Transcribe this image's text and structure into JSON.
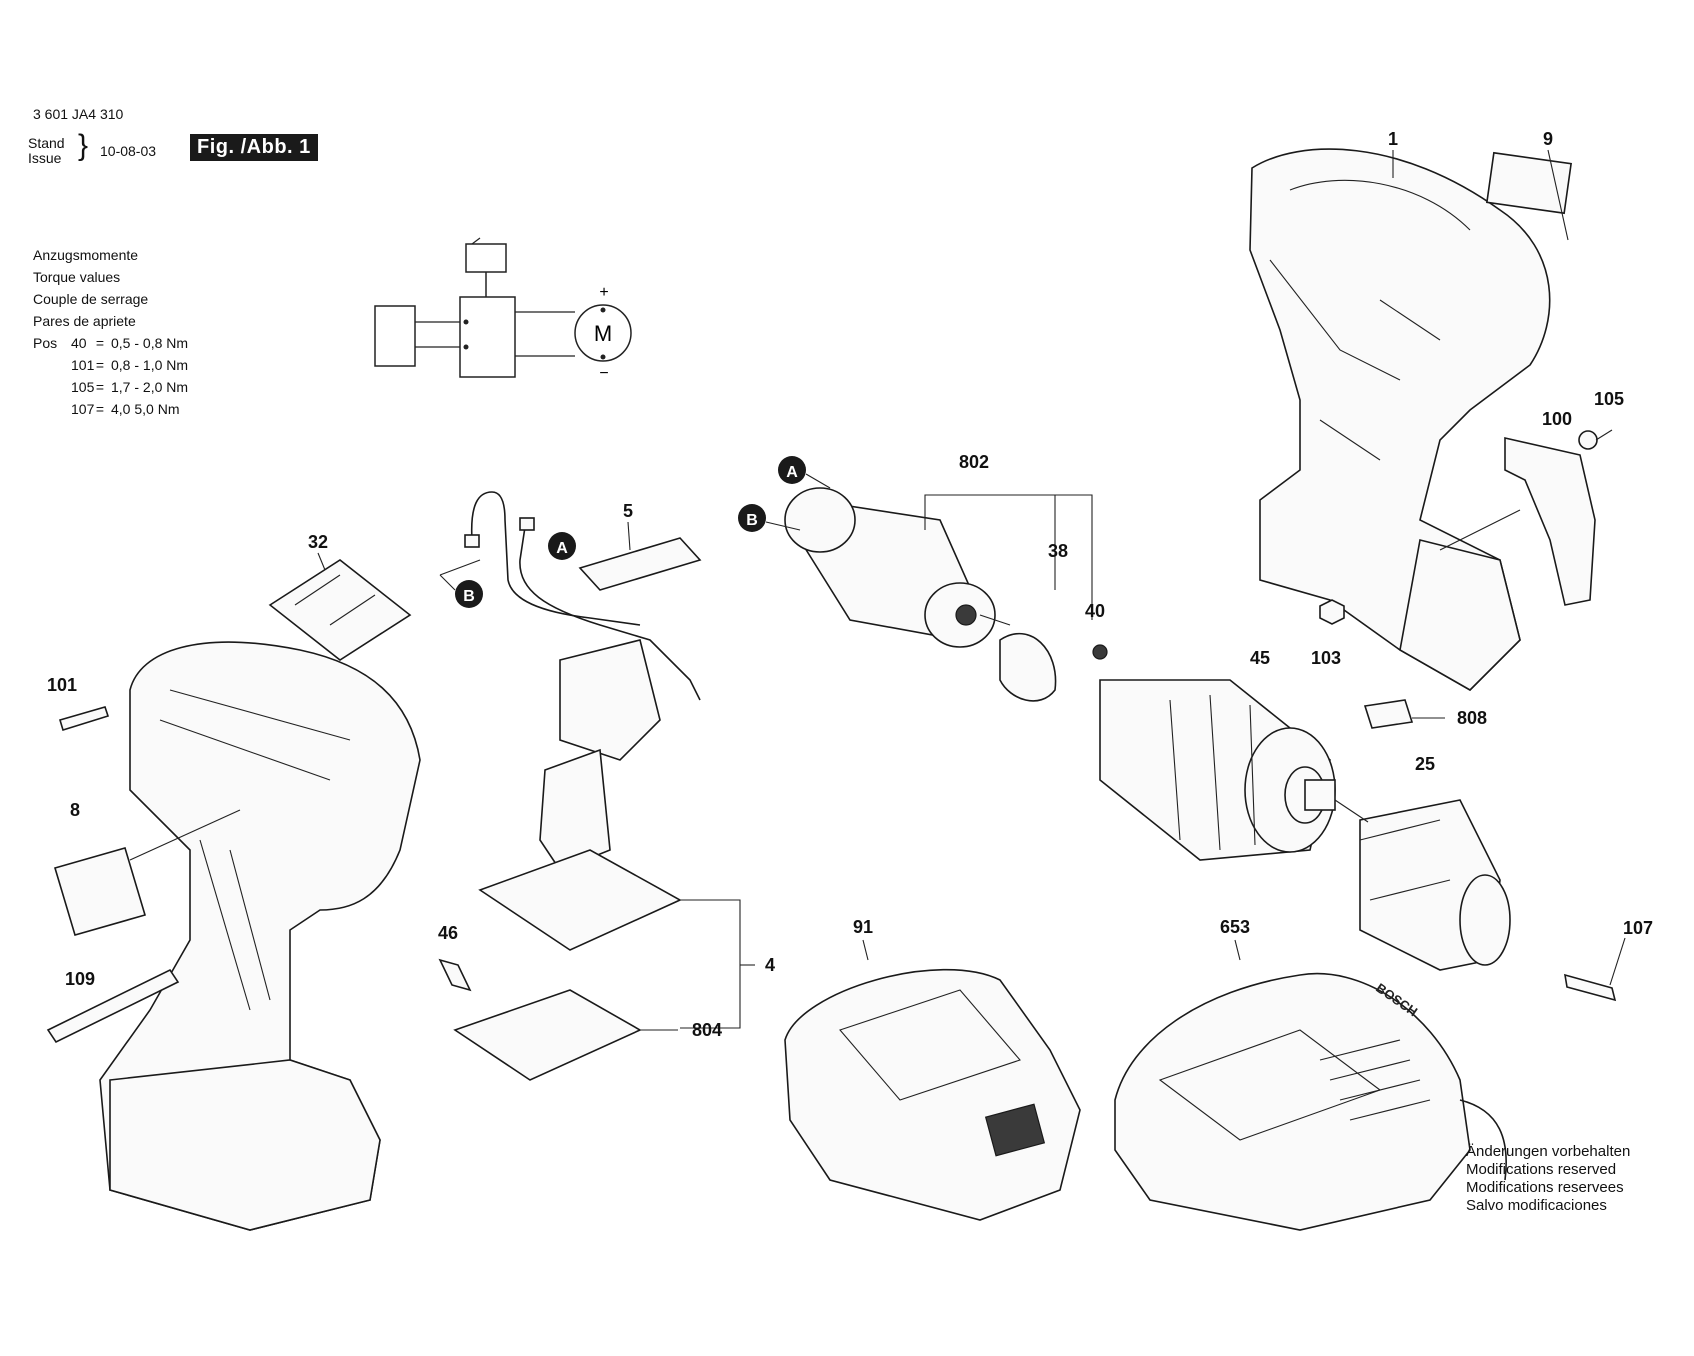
{
  "header": {
    "part_number": "3 601 JA4 310",
    "stand_label": "Stand",
    "issue_label": "Issue",
    "date": "10-08-03",
    "figure_label": "Fig. /Abb. 1"
  },
  "torque": {
    "headings": [
      "Anzugsmomente",
      "Torque values",
      "Couple de serrage",
      "Pares de apriete"
    ],
    "pos_label": "Pos",
    "rows": [
      {
        "pos": "40",
        "eq": "=",
        "value": "0,5 - 0,8 Nm"
      },
      {
        "pos": "101",
        "eq": "=",
        "value": "0,8 - 1,0 Nm"
      },
      {
        "pos": "105",
        "eq": "=",
        "value": "1,7 - 2,0 Nm"
      },
      {
        "pos": "107",
        "eq": "=",
        "value": "4,0   5,0 Nm"
      }
    ]
  },
  "schematic": {
    "motor_label": "M",
    "plus": "+",
    "minus": "−"
  },
  "markers": {
    "a": "A",
    "b": "B"
  },
  "callouts": {
    "c1": "1",
    "c9": "9",
    "c105": "105",
    "c100": "100",
    "c802": "802",
    "c38": "38",
    "c40": "40",
    "c5": "5",
    "c32": "32",
    "c101": "101",
    "c8": "8",
    "c109": "109",
    "c46": "46",
    "c4": "4",
    "c804": "804",
    "c45": "45",
    "c103": "103",
    "c808": "808",
    "c25": "25",
    "c107": "107",
    "c91": "91",
    "c653": "653"
  },
  "charger_brand": "BOSCH",
  "notice": [
    "Änderungen vorbehalten",
    "Modifications reserved",
    "Modifications reservees",
    "Salvo modificaciones"
  ]
}
